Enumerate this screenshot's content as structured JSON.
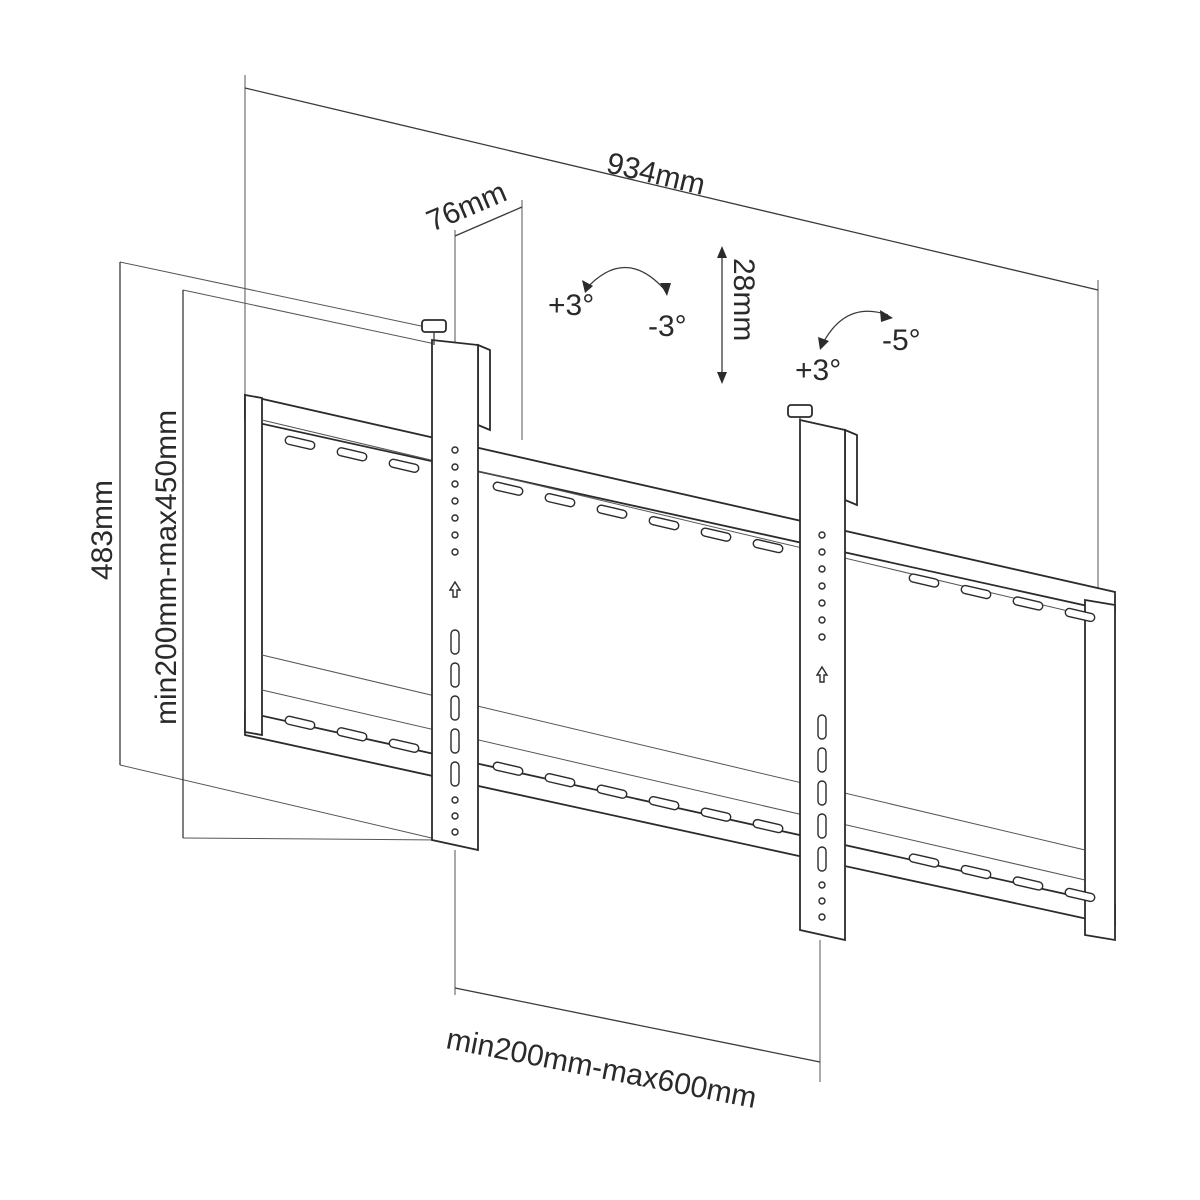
{
  "diagram": {
    "title": "Video wall mount bracket dimensions",
    "dimensions": {
      "overall_width": "934mm",
      "bracket_depth": "76mm",
      "vertical_adjust": "28mm",
      "overall_height": "483mm",
      "vertical_spacing": "min200mm-max450mm",
      "horizontal_spacing": "min200mm-max600mm"
    },
    "tilt": {
      "left_plus": "+3°",
      "left_minus": "-3°",
      "right_plus": "+3°",
      "right_minus": "-5°"
    },
    "colors": {
      "line": "#2b2b2b",
      "background": "#ffffff"
    }
  }
}
